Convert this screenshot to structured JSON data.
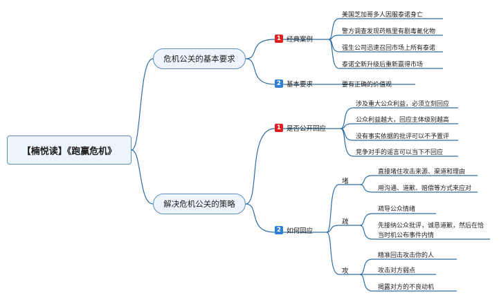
{
  "colors": {
    "line": "#2d6ca2",
    "badge_red": "#e02020",
    "badge_blue": "#2f7fd6",
    "node_fill": "#eef4fb",
    "node_border": "#5b8dbf"
  },
  "root": "【楠悦读】《跑赢危机》",
  "branch1": {
    "label": "危机公关的基本要求",
    "sub1": {
      "num": "1",
      "label": "经典案例",
      "items": [
        "美国芝加哥多人因服泰诺身亡",
        "警方调查发现药瓶里有剧毒氰化物",
        "强生公司迅速召回市场上所有泰诺",
        "泰诺全新升级后重新赢得市场"
      ]
    },
    "sub2": {
      "num": "2",
      "label": "基本要求",
      "items": [
        "要有正确的价值观"
      ]
    }
  },
  "branch2": {
    "label": "解决危机公关的策略",
    "sub1": {
      "num": "1",
      "label": "是否公开回应",
      "items": [
        "涉及重大公众利益，必须立刻回应",
        "公众利益越大，回应主体级别越高",
        "没有事实依据的批评可以不予置评",
        "竞争对手的谣言可以当下不回应"
      ]
    },
    "sub2": {
      "num": "2",
      "label": "如何回应",
      "groups": [
        {
          "label": "堵",
          "items": [
            "直接堵住攻击来源、渠道和理由",
            "用沟通、道歉、赔偿等方式来应对"
          ]
        },
        {
          "label": "疏",
          "items": [
            "疏导公众情绪",
            "先接纳公众批评，诚恳道歉，然后在恰",
            "当时机公布事件内情"
          ]
        },
        {
          "label": "攻",
          "items": [
            "精准回击攻击你的人",
            "攻击对方弱点",
            "揭露对方的不良动机"
          ]
        }
      ]
    }
  }
}
